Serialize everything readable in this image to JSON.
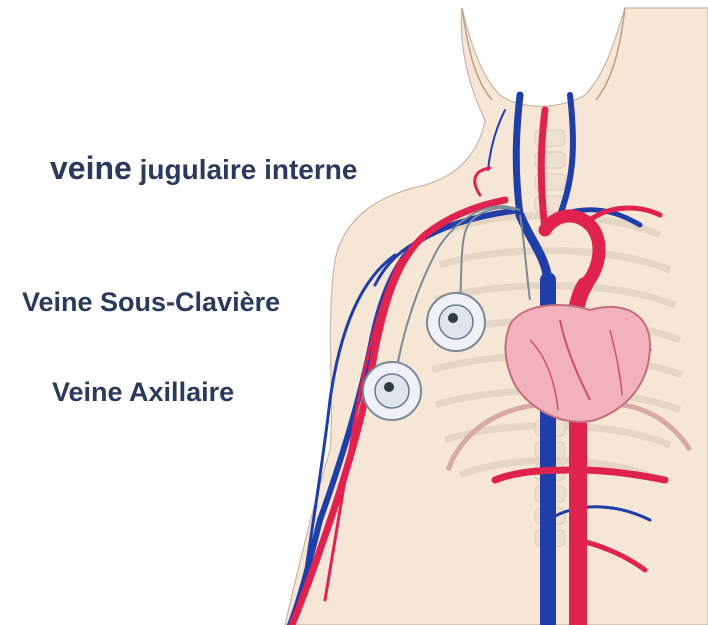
{
  "labels": {
    "jugular_word1": "veine",
    "jugular_rest": "jugulaire interne",
    "subclavian": "Veine Sous-Clavière",
    "axillary": "Veine Axillaire"
  },
  "colors": {
    "skin": "#f6e6d6",
    "vein": "#1f3ea8",
    "artery": "#e0224f",
    "heart": "#f2b2bd",
    "label_text": "#2b3a5c"
  },
  "icons": [
    "implantable-port-icon",
    "implantable-port-icon"
  ]
}
